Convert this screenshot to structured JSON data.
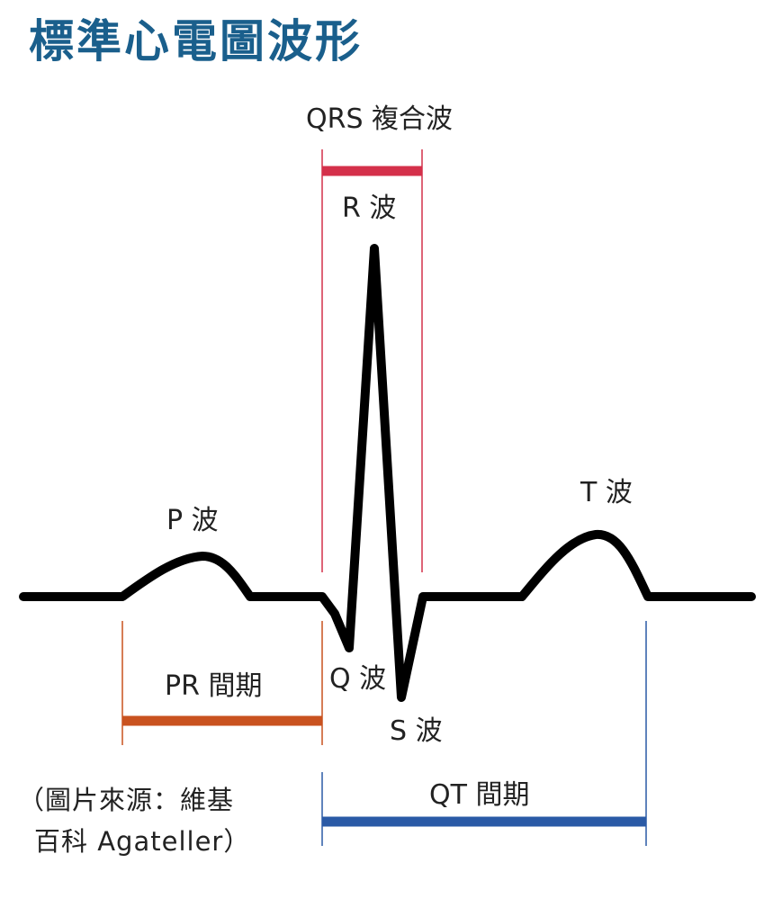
{
  "title": "標準心電圖波形",
  "labels": {
    "qrs_complex": "QRS 複合波",
    "r_wave": "R 波",
    "p_wave": "P 波",
    "t_wave": "T 波",
    "q_wave": "Q 波",
    "s_wave": "S 波",
    "pr_interval": "PR 間期",
    "qt_interval": "QT 間期"
  },
  "source": {
    "line1": "（圖片來源：維基",
    "line2": "百科 Agateller）"
  },
  "colors": {
    "title": "#1a5f8c",
    "waveform": "#000000",
    "qrs_bracket": "#d4304a",
    "pr_bracket": "#c9521f",
    "qt_bracket": "#2a5aa6"
  }
}
